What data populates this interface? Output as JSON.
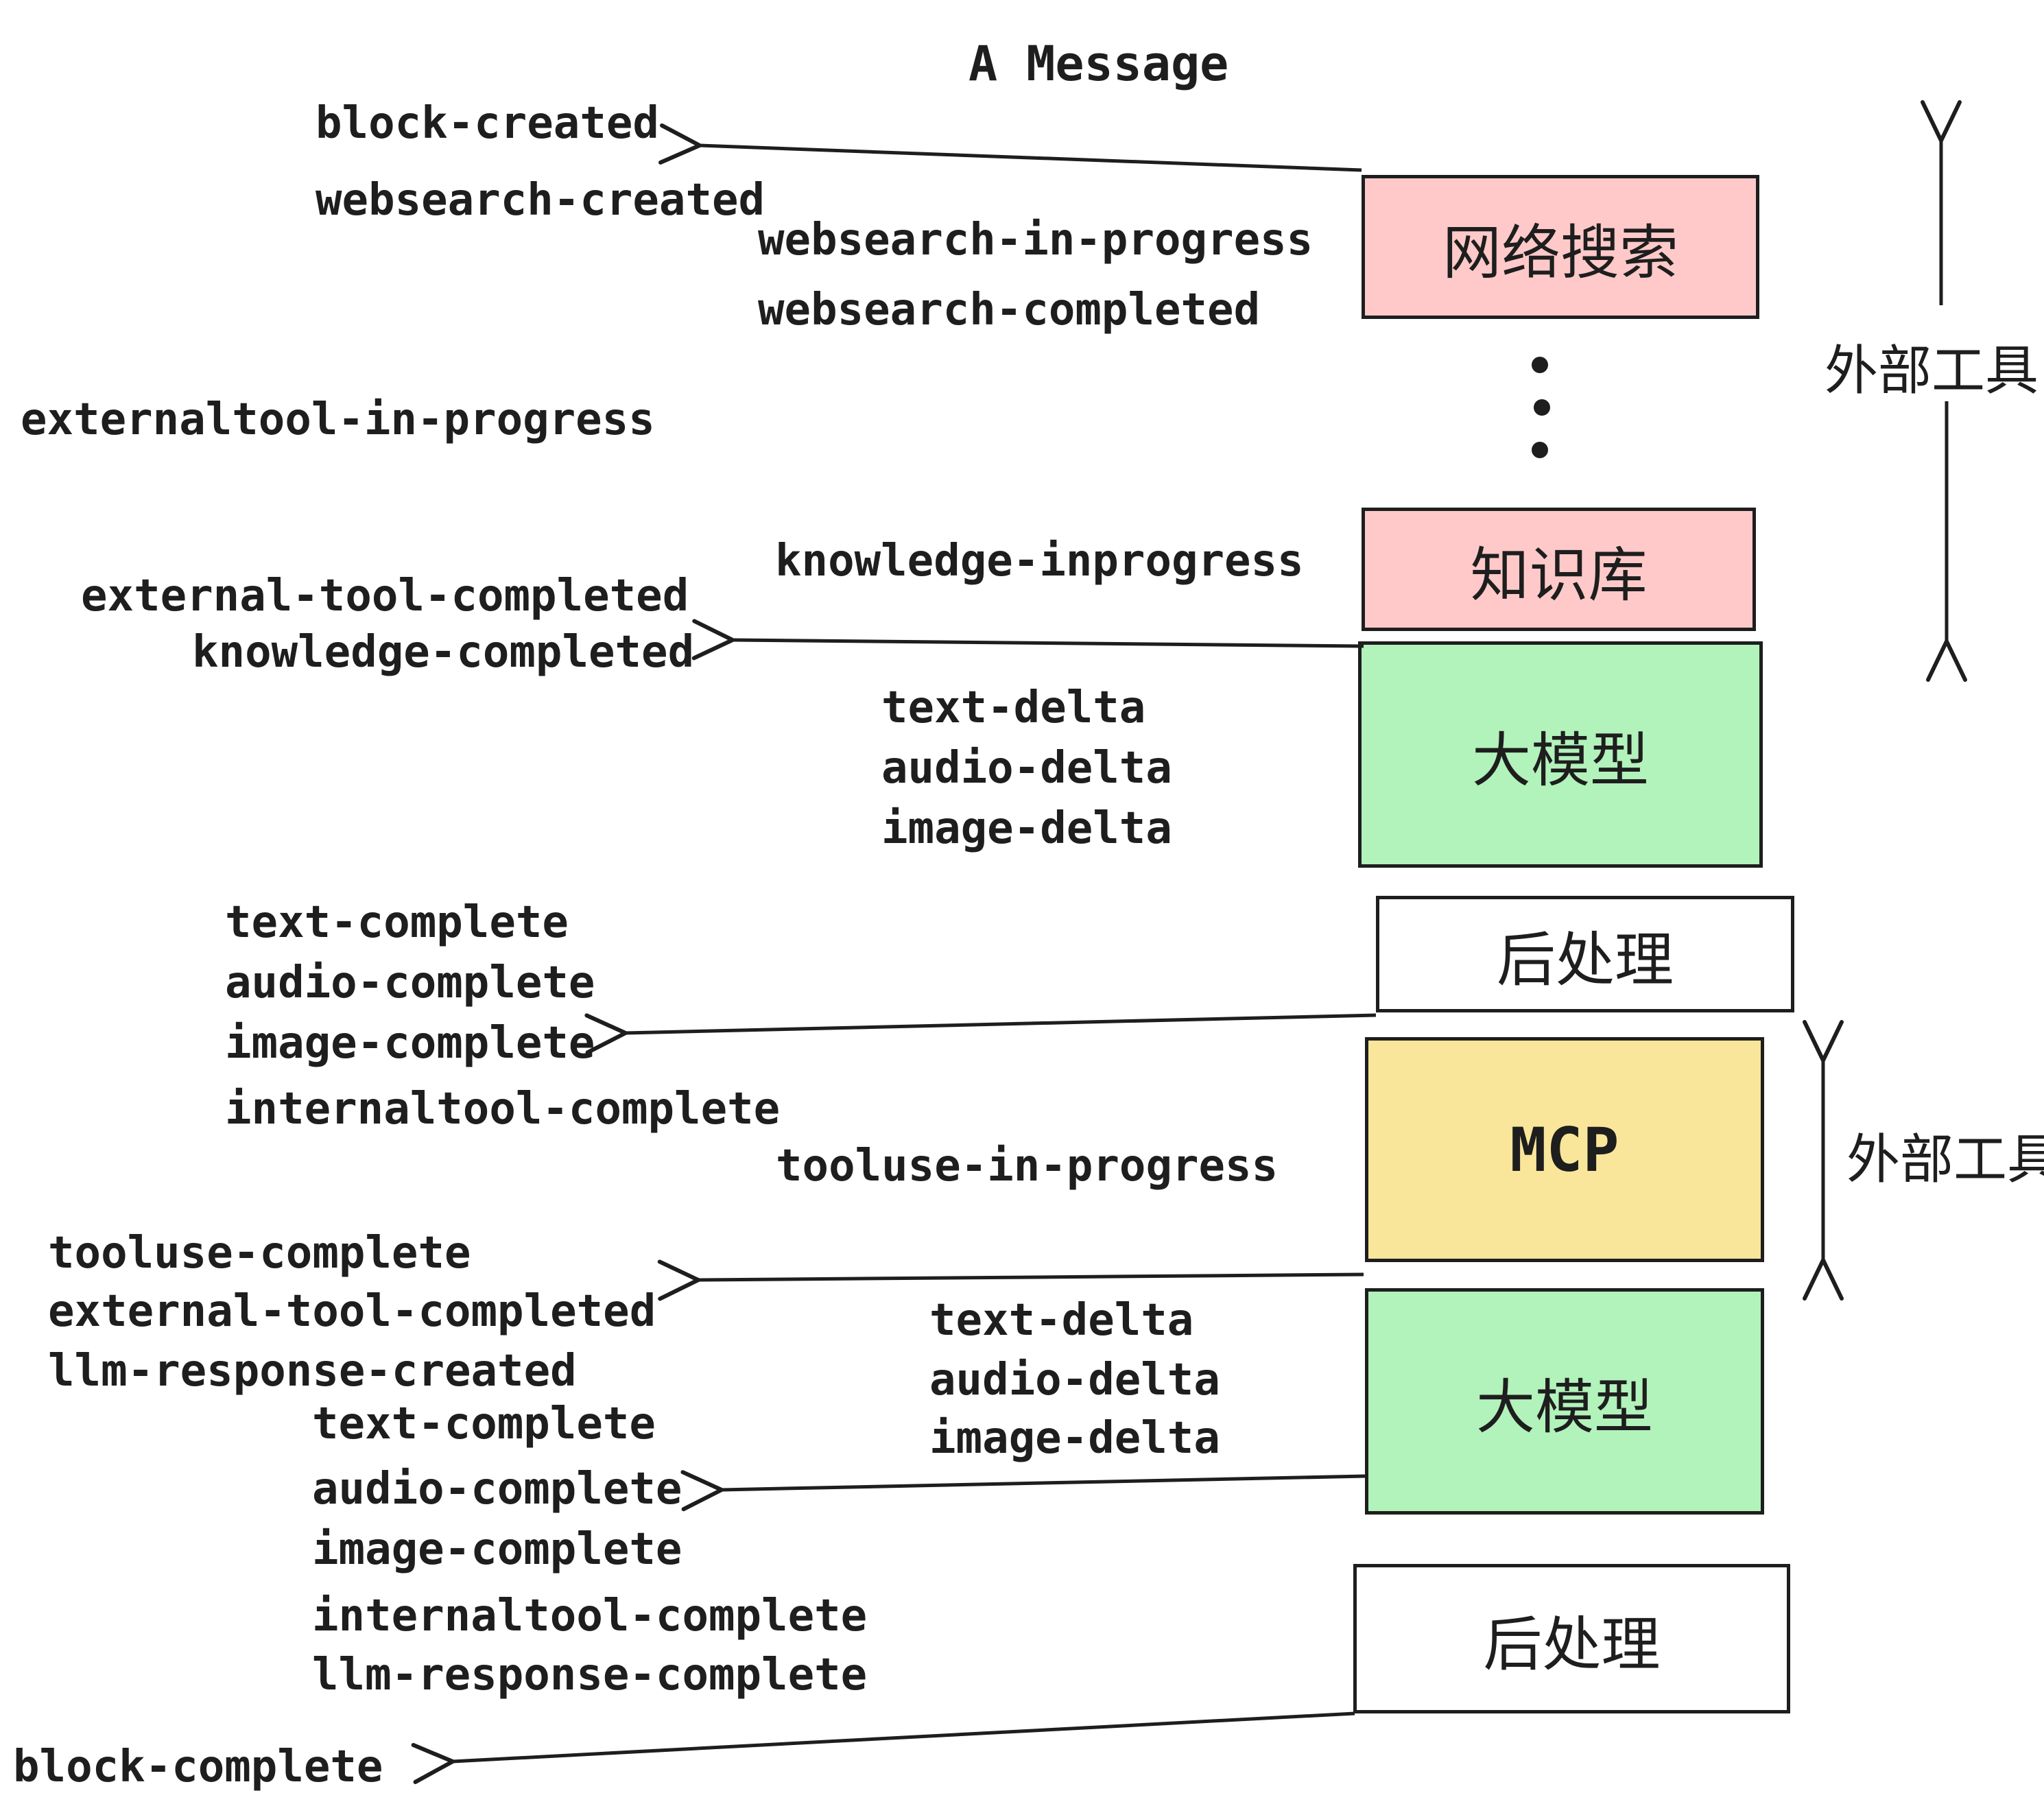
{
  "title": "A Message",
  "events": [
    {
      "text": "block-created"
    },
    {
      "text": "websearch-created"
    },
    {
      "text": "websearch-in-progress"
    },
    {
      "text": "websearch-completed"
    },
    {
      "text": "externaltool-in-progress"
    },
    {
      "text": "knowledge-inprogress"
    },
    {
      "text": "external-tool-completed"
    },
    {
      "text": "knowledge-completed"
    },
    {
      "text": "text-delta"
    },
    {
      "text": "audio-delta"
    },
    {
      "text": "image-delta"
    },
    {
      "text": "text-complete"
    },
    {
      "text": "audio-complete"
    },
    {
      "text": "image-complete"
    },
    {
      "text": "internaltool-complete"
    },
    {
      "text": "tooluse-in-progress"
    },
    {
      "text": "tooluse-complete"
    },
    {
      "text": "external-tool-completed"
    },
    {
      "text": "llm-response-created"
    },
    {
      "text": "text-delta"
    },
    {
      "text": "audio-delta"
    },
    {
      "text": "image-delta"
    },
    {
      "text": "text-complete"
    },
    {
      "text": "audio-complete"
    },
    {
      "text": "image-complete"
    },
    {
      "text": "internaltool-complete"
    },
    {
      "text": "llm-response-complete"
    },
    {
      "text": "block-complete"
    }
  ],
  "boxes": [
    {
      "label": "网络搜索",
      "fill": "pink"
    },
    {
      "label": "知识库",
      "fill": "pink"
    },
    {
      "label": "大模型",
      "fill": "green"
    },
    {
      "label": "后处理",
      "fill": "white"
    },
    {
      "label": "MCP",
      "fill": "yellow"
    },
    {
      "label": "大模型",
      "fill": "green"
    },
    {
      "label": "后处理",
      "fill": "white"
    }
  ],
  "side_labels": [
    {
      "text": "外部工具"
    },
    {
      "text": "外部工具"
    }
  ],
  "colors": {
    "pink": "#ffc9c9",
    "green": "#b2f2bb",
    "yellow": "#fae69a",
    "white": "#ffffff",
    "stroke": "#1e1e1e",
    "background": "#ffffff"
  }
}
